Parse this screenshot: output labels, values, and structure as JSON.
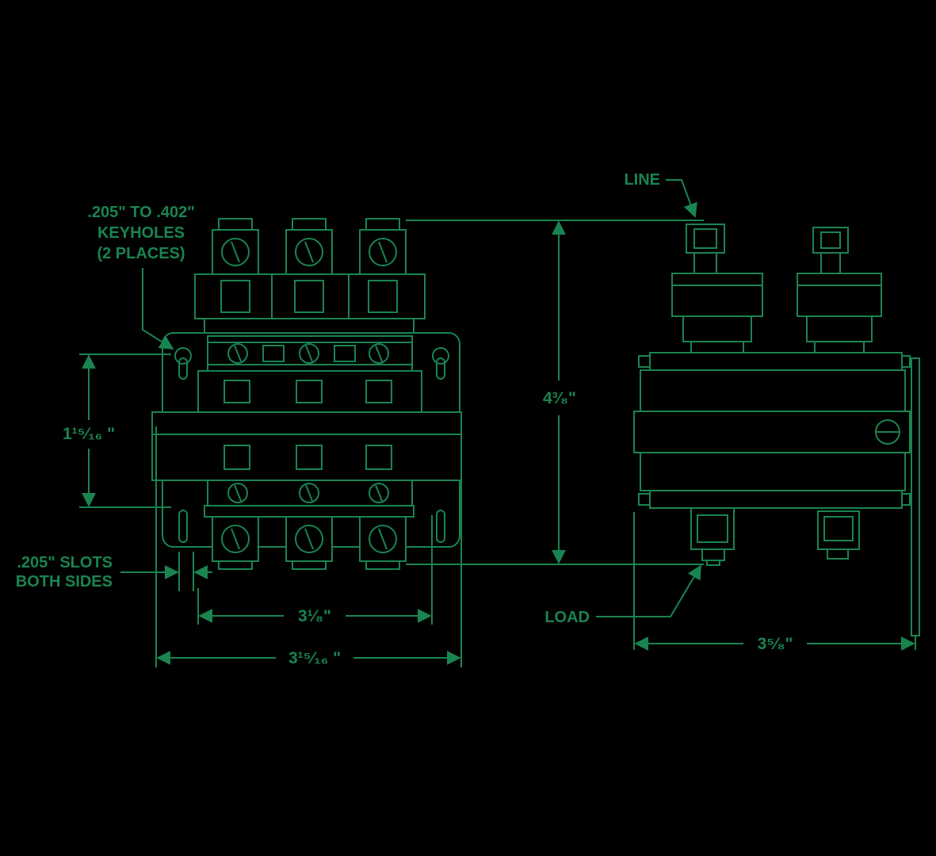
{
  "drawing": {
    "type": "technical-dimension-drawing",
    "background_color": "#000000",
    "line_color": "#1a8450",
    "labels": {
      "keyholes_lines": [
        ".205\" TO .402\"",
        "KEYHOLES",
        "(2 PLACES)"
      ],
      "slots_lines": [
        ".205\" SLOTS",
        "BOTH SIDES"
      ],
      "line": "LINE",
      "load": "LOAD"
    },
    "dimensions": {
      "left_height": "1¹⁵⁄₁₆ \"",
      "overall_height": "4³⁄₈\"",
      "inner_width": "3¹⁄₈\"",
      "overall_width": "3¹⁵⁄₁₆ \"",
      "overall_depth": "3⁵⁄₈\""
    }
  }
}
